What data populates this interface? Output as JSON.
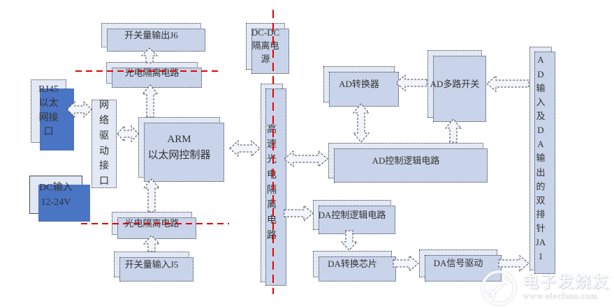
{
  "boxes": {
    "j6": "开关量输出J6",
    "opto_upper": "光电隔离电路",
    "rj45": "RJ45以太网接口",
    "net_drv": "网络驱动接口",
    "arm": {
      "line1": "ARM",
      "line2": "以太网控制器"
    },
    "dc_input": {
      "line1": "DC输入",
      "line2": "12-24V"
    },
    "opto_lower": "光电隔离电路",
    "j5": "开关量输入J5",
    "dcdc": "DC-DC隔离电源",
    "hs_opto": "高速光电隔离电路",
    "ad_conv": "AD转换器",
    "ad_mux": "AD多路开关",
    "ad_ctrl": "AD控制逻辑电路",
    "da_ctrl": "DA控制逻辑电路",
    "da_chip": "DA转换芯片",
    "da_drv": "DA信号驱动",
    "ja1": "AD输入及DA输出的双排针JA1"
  },
  "watermark": {
    "brand": "电子发烧友",
    "site": "www.elecfans.com"
  },
  "colors": {
    "box_fill": "#e2e8f4",
    "box_side": "#c9d4ea",
    "shadow_blue": "#4a74c4",
    "isolation_line": "#e80000"
  }
}
